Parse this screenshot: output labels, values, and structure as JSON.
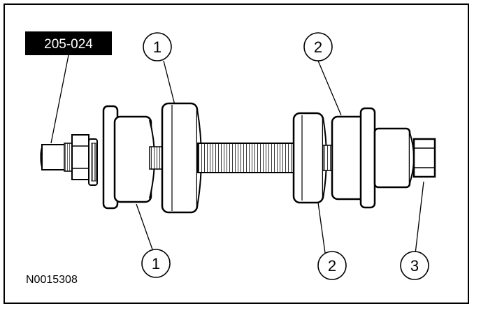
{
  "tool_number": "205-024",
  "figure_id": "N0015308",
  "callouts": {
    "top_left": "1",
    "top_right": "2",
    "bottom_left": "1",
    "bottom_middle": "2",
    "bottom_right": "3"
  },
  "colors": {
    "ink": "#000000",
    "paper": "#ffffff",
    "label_bg": "#000000"
  }
}
